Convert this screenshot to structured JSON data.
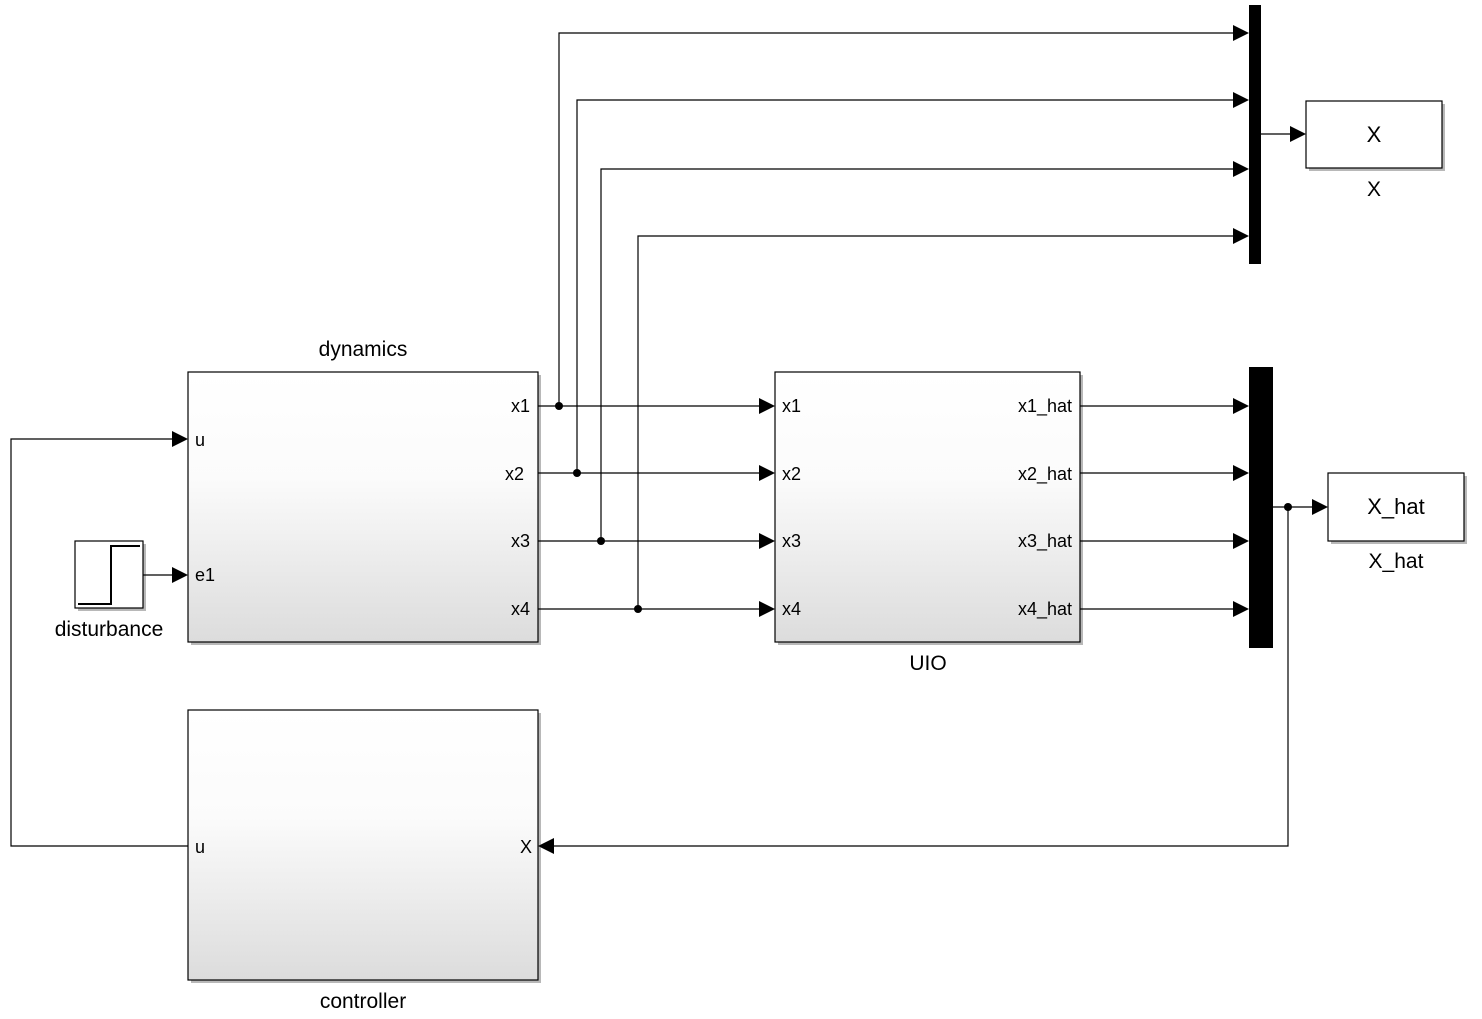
{
  "blocks": {
    "dynamics": {
      "name": "dynamics",
      "in_ports": [
        "u",
        "e1"
      ],
      "out_ports": [
        "x1",
        "x2",
        "x3",
        "x4"
      ]
    },
    "uio": {
      "name": "UIO",
      "in_ports": [
        "x1",
        "x2",
        "x3",
        "x4"
      ],
      "out_ports": [
        "x1_hat",
        "x2_hat",
        "x3_hat",
        "x4_hat"
      ]
    },
    "controller": {
      "name": "controller",
      "in_port": "X",
      "out_port": "u"
    },
    "disturbance": {
      "name": "disturbance"
    },
    "x_scope": {
      "text": "X",
      "name": "X"
    },
    "x_hat_scope": {
      "text": "X_hat",
      "name": "X_hat"
    }
  }
}
